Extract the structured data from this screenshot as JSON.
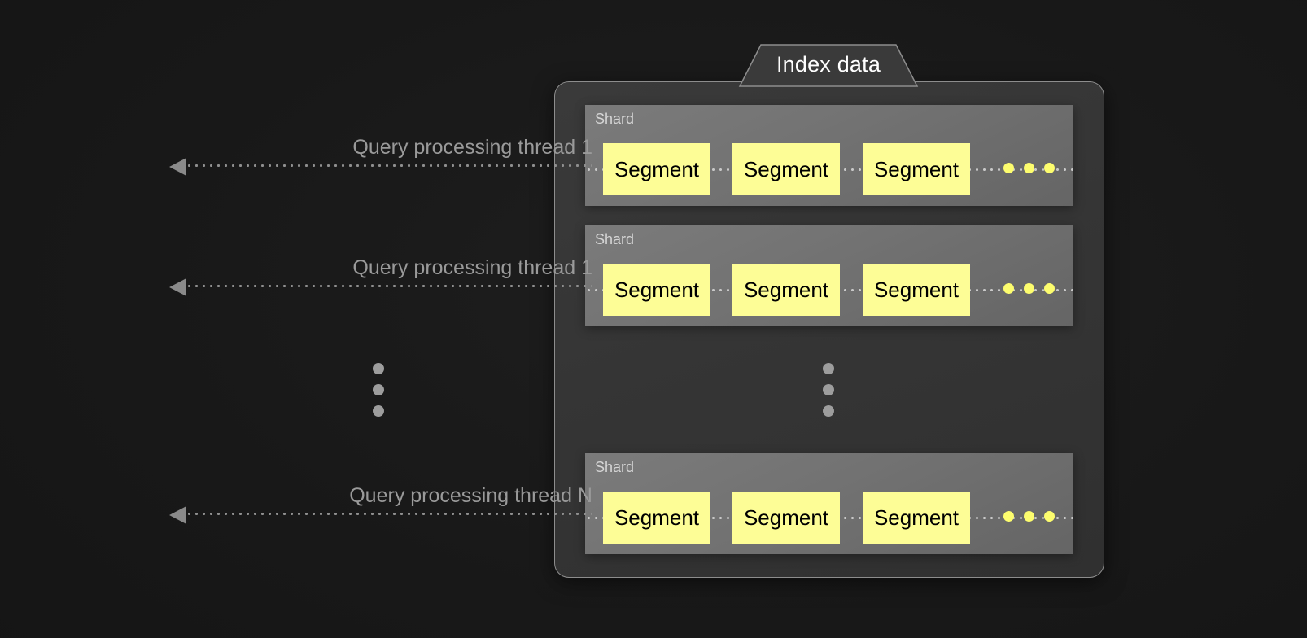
{
  "diagram": {
    "title": "Index data",
    "background_color": "#1a1a1a",
    "panel_color": "#353535",
    "shard_color": "#737373",
    "segment_color": "#fdfd96",
    "accent_dot_color": "#fdfd6e",
    "line_color": "#8f8f8f"
  },
  "threads": [
    {
      "label": "Query processing thread 1"
    },
    {
      "label": "Query processing thread 1"
    },
    {
      "label": "Query processing thread N"
    }
  ],
  "shards": [
    {
      "label": "Shard",
      "segments": [
        {
          "label": "Segment"
        },
        {
          "label": "Segment"
        },
        {
          "label": "Segment"
        }
      ],
      "more_indicator": "three-yellow-dots"
    },
    {
      "label": "Shard",
      "segments": [
        {
          "label": "Segment"
        },
        {
          "label": "Segment"
        },
        {
          "label": "Segment"
        }
      ],
      "more_indicator": "three-yellow-dots"
    },
    {
      "label": "Shard",
      "segments": [
        {
          "label": "Segment"
        },
        {
          "label": "Segment"
        },
        {
          "label": "Segment"
        }
      ],
      "more_indicator": "three-yellow-dots"
    }
  ],
  "ellipsis": {
    "outer": "vertical-ellipsis",
    "inner": "vertical-ellipsis"
  }
}
